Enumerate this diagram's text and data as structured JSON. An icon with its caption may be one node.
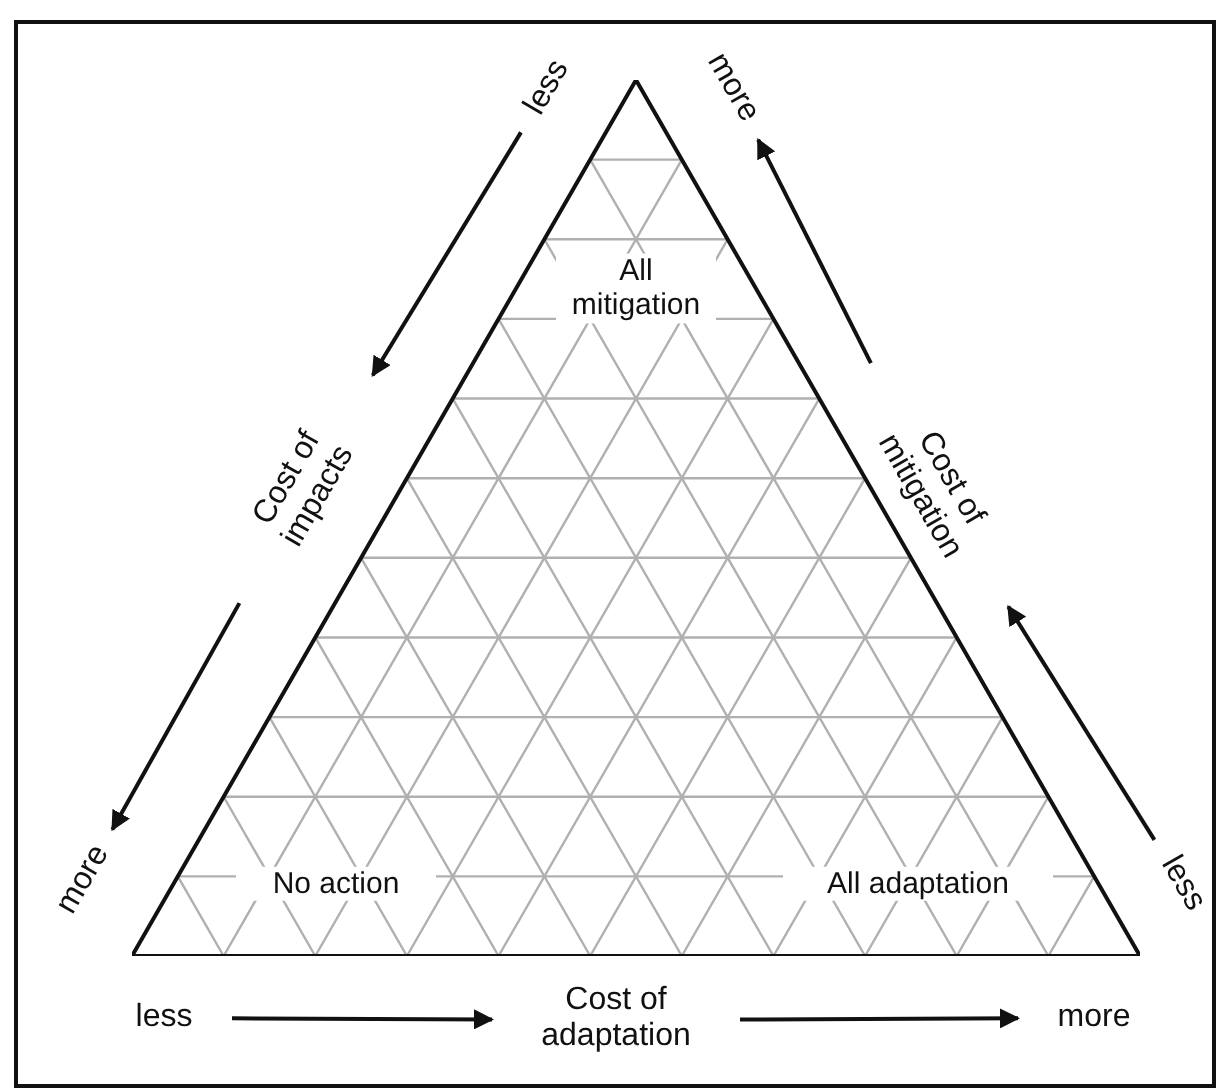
{
  "diagram": {
    "nodes": [
      {
        "text": [],
        "shape": "triangle"
      },
      {
        "text": [
          "All mitigation"
        ],
        "in": 0
      },
      {
        "text": [
          "No action"
        ],
        "in": 0
      },
      {
        "text": [
          "All adaptation"
        ],
        "in": 0
      },
      {
        "text": [
          "less"
        ]
      },
      {
        "text": [
          "Cost of impacts"
        ]
      },
      {
        "text": [
          "more"
        ]
      },
      {
        "text": [
          "more"
        ]
      },
      {
        "text": [
          "Cost of mitigation"
        ]
      },
      {
        "text": [
          "less"
        ]
      },
      {
        "text": [
          "less"
        ]
      },
      {
        "text": [
          "Cost of adaptation"
        ]
      },
      {
        "text": [
          "more"
        ]
      }
    ],
    "edges": [
      {
        "from": 4,
        "to": 5,
        "arrow": "to"
      },
      {
        "from": 5,
        "to": 6,
        "arrow": "to"
      },
      {
        "from": 9,
        "to": 8,
        "arrow": "to"
      },
      {
        "from": 8,
        "to": 7,
        "arrow": "to"
      },
      {
        "from": 10,
        "to": 11,
        "arrow": "to"
      },
      {
        "from": 11,
        "to": 12,
        "arrow": "to"
      }
    ]
  }
}
